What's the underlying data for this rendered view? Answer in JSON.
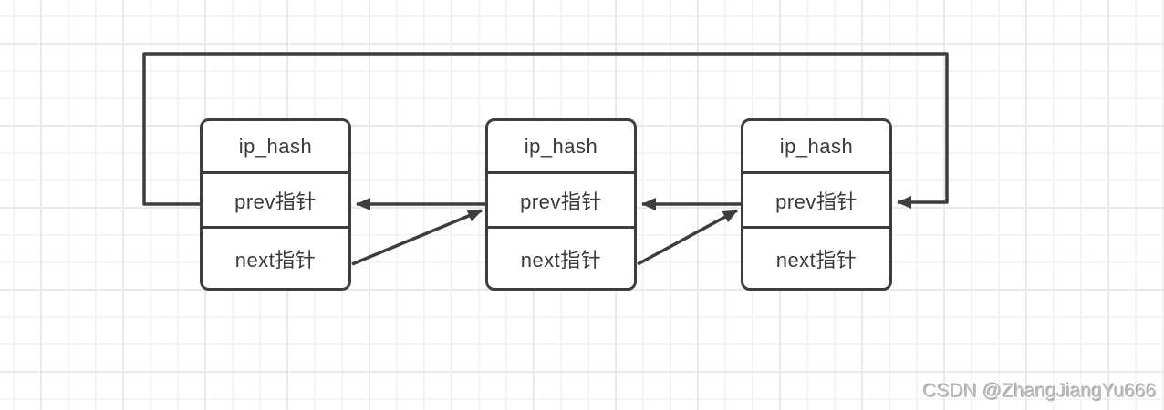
{
  "diagram": {
    "description": "circular doubly linked list of ip_hash nodes",
    "nodes": [
      {
        "title": "ip_hash",
        "prev_label": "prev指针",
        "next_label": "next指针"
      },
      {
        "title": "ip_hash",
        "prev_label": "prev指针",
        "next_label": "next指针"
      },
      {
        "title": "ip_hash",
        "prev_label": "prev指针",
        "next_label": "next指针"
      }
    ],
    "colors": {
      "stroke": "#3d3d3d",
      "text": "#3a3a3a",
      "node_background": "#ffffff",
      "grid_minor": "#f4f4f4",
      "grid_major": "#e9e9e9"
    }
  },
  "watermark": {
    "text": "CSDN @ZhangJiangYu666",
    "color": "#bcbcbc"
  }
}
